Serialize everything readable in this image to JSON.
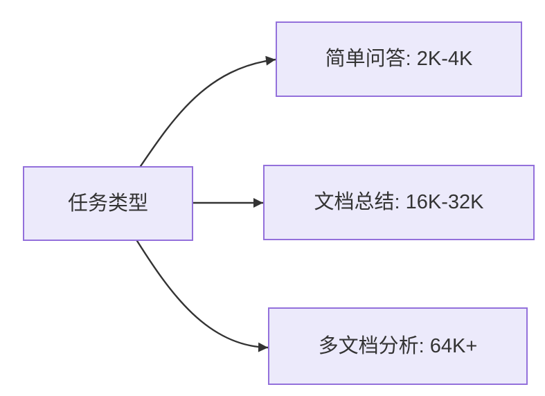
{
  "diagram": {
    "type": "flowchart",
    "direction": "left-to-right",
    "root": {
      "id": "task-type",
      "label": "任务类型"
    },
    "children": [
      {
        "id": "simple-qa",
        "label": "简单问答: 2K-4K"
      },
      {
        "id": "doc-summary",
        "label": "文档总结: 16K-32K"
      },
      {
        "id": "multi-doc",
        "label": "多文档分析: 64K+"
      }
    ],
    "edges": [
      {
        "from": "task-type",
        "to": "simple-qa"
      },
      {
        "from": "task-type",
        "to": "doc-summary"
      },
      {
        "from": "task-type",
        "to": "multi-doc"
      }
    ]
  },
  "colors": {
    "node_fill": "#ECEAFB",
    "node_border": "#9370DB",
    "edge": "#333333",
    "text": "#333333",
    "background": "#FFFFFF"
  }
}
